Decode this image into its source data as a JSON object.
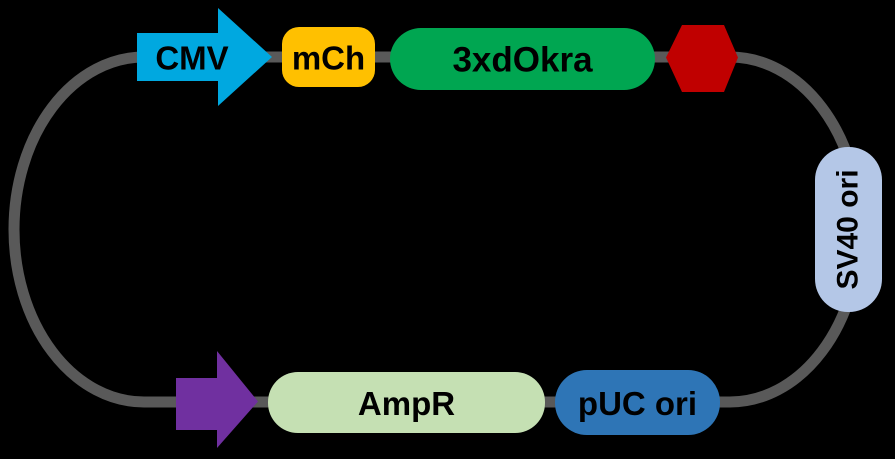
{
  "diagram": {
    "type": "plasmid-map",
    "background_color": "#000000",
    "backbone_color": "#595959",
    "label_color": "#000000",
    "features": [
      {
        "label": "CMV",
        "shape": "arrow-right",
        "role": "promoter",
        "color": "#00A8E0"
      },
      {
        "label": "mCh",
        "shape": "rounded-rect",
        "role": "cds",
        "color": "#FFC000"
      },
      {
        "label": "3xdOkra",
        "shape": "pill",
        "role": "cds",
        "color": "#00A651"
      },
      {
        "label": "",
        "shape": "hexagon",
        "role": "terminator",
        "color": "#C00000"
      },
      {
        "label": "SV40 ori",
        "shape": "vertical-pill",
        "role": "origin",
        "color": "#B4C7E7"
      },
      {
        "label": "",
        "shape": "arrow-right",
        "role": "promoter",
        "color": "#7030A0"
      },
      {
        "label": "AmpR",
        "shape": "pill",
        "role": "resistance-gene",
        "color": "#C5E0B3"
      },
      {
        "label": "pUC ori",
        "shape": "pill",
        "role": "origin",
        "color": "#2E75B6"
      }
    ]
  }
}
